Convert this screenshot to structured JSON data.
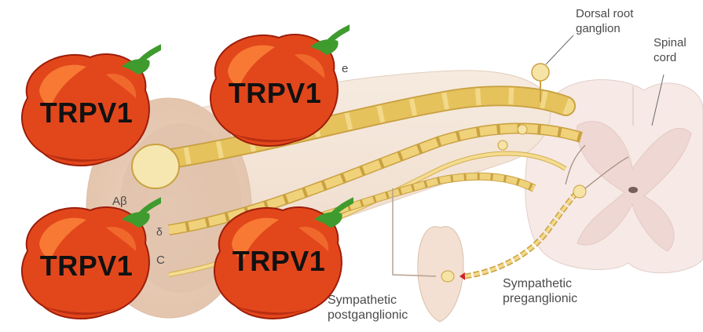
{
  "labels": {
    "dorsal_root_ganglion": "Dorsal root\nganglion",
    "spinal_cord": "Spinal\ncord",
    "a_beta": "Aβ",
    "a_delta_fragment": "δ",
    "c_fragment": "C",
    "e_fragment": "e",
    "sympathetic_postganglionic": "Sympathetic\npostganglionic",
    "sympathetic_preganglionic": "Sympathetic\npreganglionic"
  },
  "overlay": {
    "pepper_label": "TRPV1",
    "pepper_count": 4,
    "pepper_colors": {
      "body": "#e2471c",
      "highlight": "#ff8a3c",
      "shadow": "#9e1d0a",
      "stem": "#3f9b2e"
    }
  },
  "colors": {
    "nerve_trunk": "#f3e2d3",
    "fiber": "#e8c66a",
    "fiber_outline": "#c9a140",
    "spinal_cord_fill": "#f4e4e1",
    "label_text": "#4a4a4a"
  }
}
